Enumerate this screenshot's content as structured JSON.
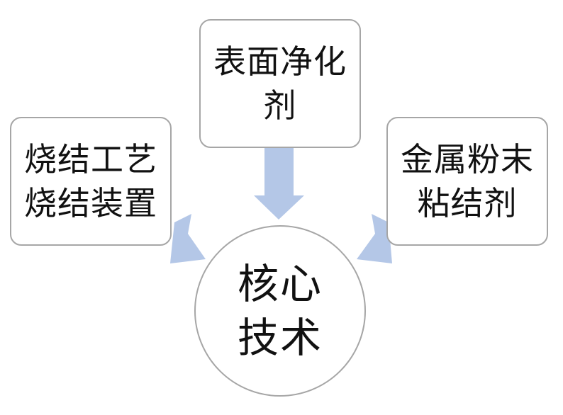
{
  "diagram": {
    "colors": {
      "arrow": "#b4c7e7",
      "border": "#a6a6a6",
      "text": "#111111"
    },
    "top_box": {
      "lines": [
        "表面净化",
        "剂"
      ]
    },
    "left_box": {
      "lines": [
        "烧结工艺",
        "烧结装置"
      ]
    },
    "right_box": {
      "lines": [
        "金属粉末",
        "粘结剂"
      ]
    },
    "center": {
      "lines": [
        "核心",
        "技术"
      ]
    }
  }
}
